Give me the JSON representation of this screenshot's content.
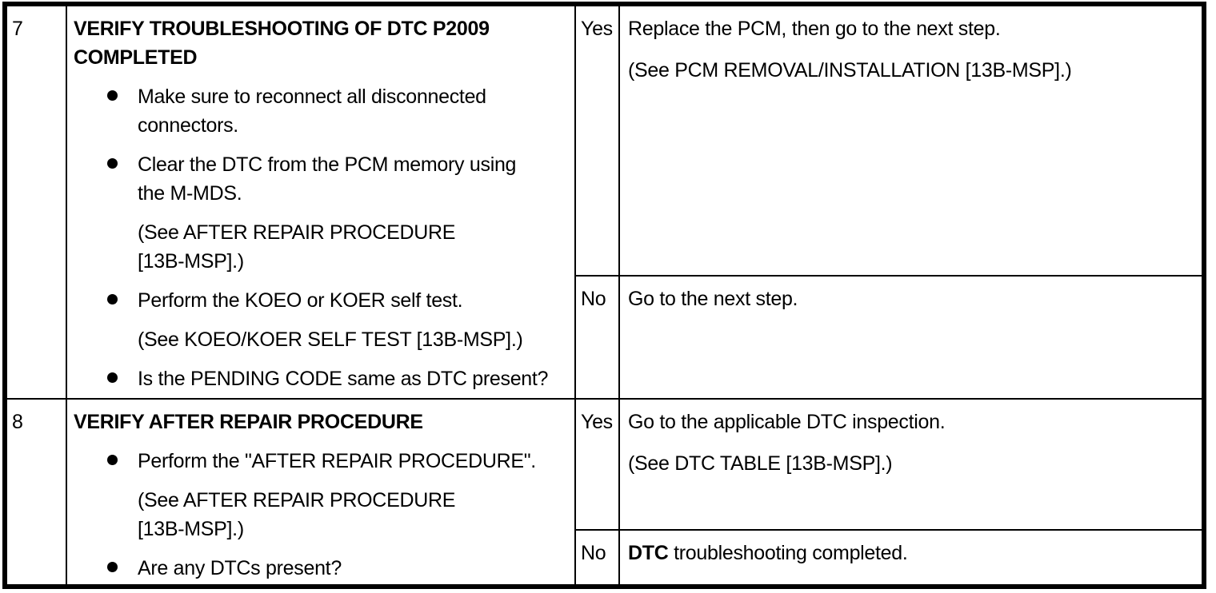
{
  "document": {
    "kind": "dtc-troubleshooting-table",
    "dtc": "P2009"
  },
  "colors": {
    "border": "#000000",
    "background": "#ffffff",
    "text": "#000000"
  },
  "table": {
    "rows": [
      {
        "step": "7",
        "inspection": [
          {
            "kind": "title",
            "lines": [
              "VERIFY TROUBLESHOOTING OF DTC P2009",
              "COMPLETED"
            ]
          },
          {
            "kind": "bullet",
            "lines": [
              "Make sure to reconnect all disconnected",
              "connectors."
            ]
          },
          {
            "kind": "bullet",
            "lines": [
              "Clear the DTC from the PCM memory using",
              "the M-MDS."
            ]
          },
          {
            "kind": "note",
            "lines": [
              "(See AFTER REPAIR PROCEDURE",
              "[13B-MSP].)"
            ]
          },
          {
            "kind": "bullet",
            "lines": [
              "Perform the KOEO or KOER self test."
            ]
          },
          {
            "kind": "note",
            "lines": [
              "(See KOEO/KOER SELF TEST [13B-MSP].)"
            ]
          },
          {
            "kind": "bullet",
            "lines": [
              "Is the PENDING CODE same as DTC present?"
            ]
          }
        ],
        "yes": {
          "label": "Yes",
          "action": [
            {
              "lines": [
                "Replace the PCM, then go to the next step."
              ]
            },
            {
              "lines": [
                "(See PCM REMOVAL/INSTALLATION [13B-MSP].)"
              ]
            }
          ]
        },
        "no": {
          "label": "No",
          "action": [
            {
              "lines": [
                "Go to the next step."
              ]
            }
          ]
        }
      },
      {
        "step": "8",
        "inspection": [
          {
            "kind": "title",
            "lines": [
              "VERIFY AFTER REPAIR PROCEDURE"
            ]
          },
          {
            "kind": "bullet",
            "lines": [
              "Perform the \"AFTER REPAIR PROCEDURE\"."
            ]
          },
          {
            "kind": "note",
            "lines": [
              "(See AFTER REPAIR PROCEDURE",
              "[13B-MSP].)"
            ]
          },
          {
            "kind": "bullet",
            "lines": [
              "Are any DTCs present?"
            ]
          }
        ],
        "yes": {
          "label": "Yes",
          "action": [
            {
              "lines": [
                "Go to the applicable DTC inspection."
              ]
            },
            {
              "lines": [
                "(See DTC TABLE [13B-MSP].)"
              ]
            }
          ]
        },
        "no": {
          "label": "No",
          "action": [
            {
              "lines": [
                "DTC troubleshooting completed."
              ],
              "bold_lead": "DTC"
            }
          ]
        }
      }
    ]
  }
}
